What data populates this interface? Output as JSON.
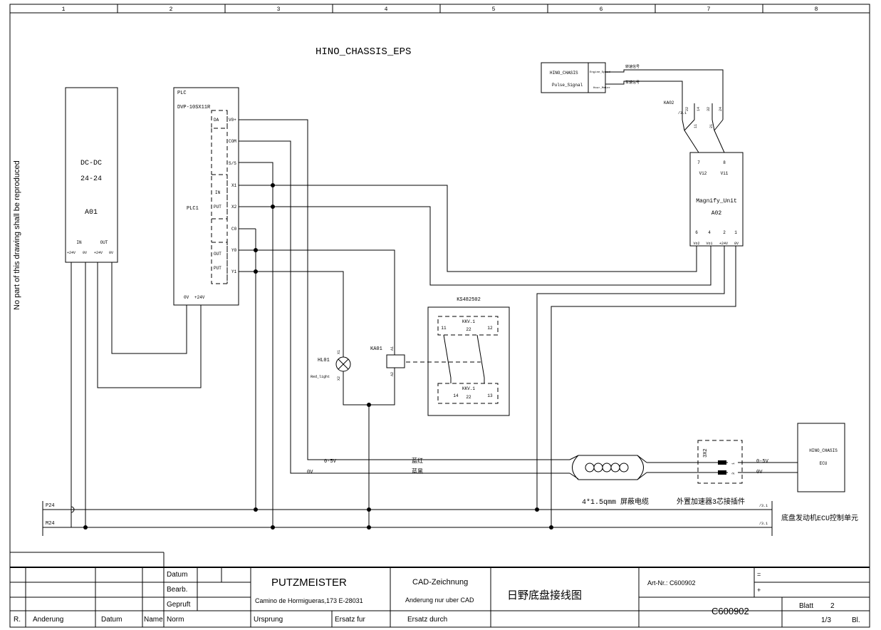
{
  "title": "HINO_CHASSIS_EPS",
  "side_note": "No part of this drawing shall be reproduced",
  "grid": {
    "columns": [
      "1",
      "2",
      "3",
      "4",
      "5",
      "6",
      "7",
      "8"
    ]
  },
  "a01": {
    "l1": "DC-DC",
    "l2": "24-24",
    "l3": "A01",
    "in": "IN",
    "out": "OUT",
    "p1": "+24V",
    "p2": "0V",
    "p3": "+24V",
    "p4": "0V"
  },
  "plc": {
    "l1": "PLC",
    "l2": "DVP-10SX11R",
    "name": "PLC1",
    "da": "DA",
    "in": "IN",
    "put1": "PUT",
    "out": "OUT",
    "put2": "PUT",
    "v0": "V0+",
    "com": "COM",
    "ss": "S/S",
    "x1": "X1",
    "x2": "X2",
    "c0": "C0",
    "y0": "Y0",
    "y1": "Y1",
    "b0": "0V",
    "b24": "+24V"
  },
  "hino": {
    "l1": "HINO_CHASIS",
    "l2": "Pulse_Signal",
    "sig1": "Engine_Speed",
    "sig2": "Hour_Meter",
    "cn1": "转速信号",
    "cn2": "车速信号"
  },
  "ka02": {
    "name": "KA02",
    "ref": "/3.1",
    "t22": "22",
    "t14": "14",
    "t32": "32",
    "t24": "24",
    "t11": "11",
    "t21": "21"
  },
  "mag": {
    "l1": "Magnify_Unit",
    "l2": "A02",
    "t7": "7",
    "t8": "8",
    "v12": "Vi2",
    "v11": "Vi1",
    "t6": "6",
    "t4": "4",
    "t2": "2",
    "t1": "1",
    "vo2": "Vo2",
    "vo1": "Vo1",
    "p24": "+24V",
    "z0": "0V"
  },
  "ks": {
    "name": "KS482502",
    "kkv1": "KKV.1",
    "n11": "11",
    "n22": "22",
    "n12": "12",
    "kkv2": "KKV.1",
    "n14": "14",
    "n22b": "22",
    "n13": "13"
  },
  "hl01": {
    "name": "HL01",
    "sub": "Red_light",
    "x1": "X1",
    "x2": "X2"
  },
  "ka01": {
    "name": "KA01",
    "a1": "A1",
    "a2": "A2"
  },
  "cable": {
    "v05": "0-5V",
    "v0": "0V",
    "blue_red": "蓝红",
    "blue_black": "蓝黑",
    "spec": "4*1.5qmm 屏蔽电缆",
    "connector": "外置加速器3芯接插件",
    "xx2": "3X2",
    "c1": "1",
    "c3": "3",
    "ov05": "0-5V",
    "ov0": "0V"
  },
  "ecu": {
    "l1": "HINO_CHASIS",
    "l2": "ECU",
    "note": "底盘发动机ECU控制单元"
  },
  "bus": {
    "p24": "P24",
    "m24": "M24",
    "ref1": "/3.1",
    "ref2": "/3.1"
  },
  "titleblock": {
    "datum": "Datum",
    "bearb": "Bearb.",
    "gepruft": "Gepruft",
    "norm": "Norm",
    "r": "R.",
    "anderung": "Anderung",
    "datum2": "Datum",
    "name": "Name",
    "company": "PUTZMEISTER",
    "address": "Camino de Hormigueras,173 E-28031",
    "cad": "CAD-Zeichnung",
    "cad_note": "Anderung nur uber CAD",
    "drawing_title": "日野底盘接线图",
    "art_nr": "Art-Nr.: C600902",
    "eq": "=",
    "plus": "+",
    "code": "C600902",
    "blatt": "Blatt",
    "blatt_no": "2",
    "sheets": "1/3",
    "bl": "Bl.",
    "ursprung": "Ursprung",
    "ersatz_fur": "Ersatz fur",
    "ersatz_durch": "Ersatz durch"
  }
}
